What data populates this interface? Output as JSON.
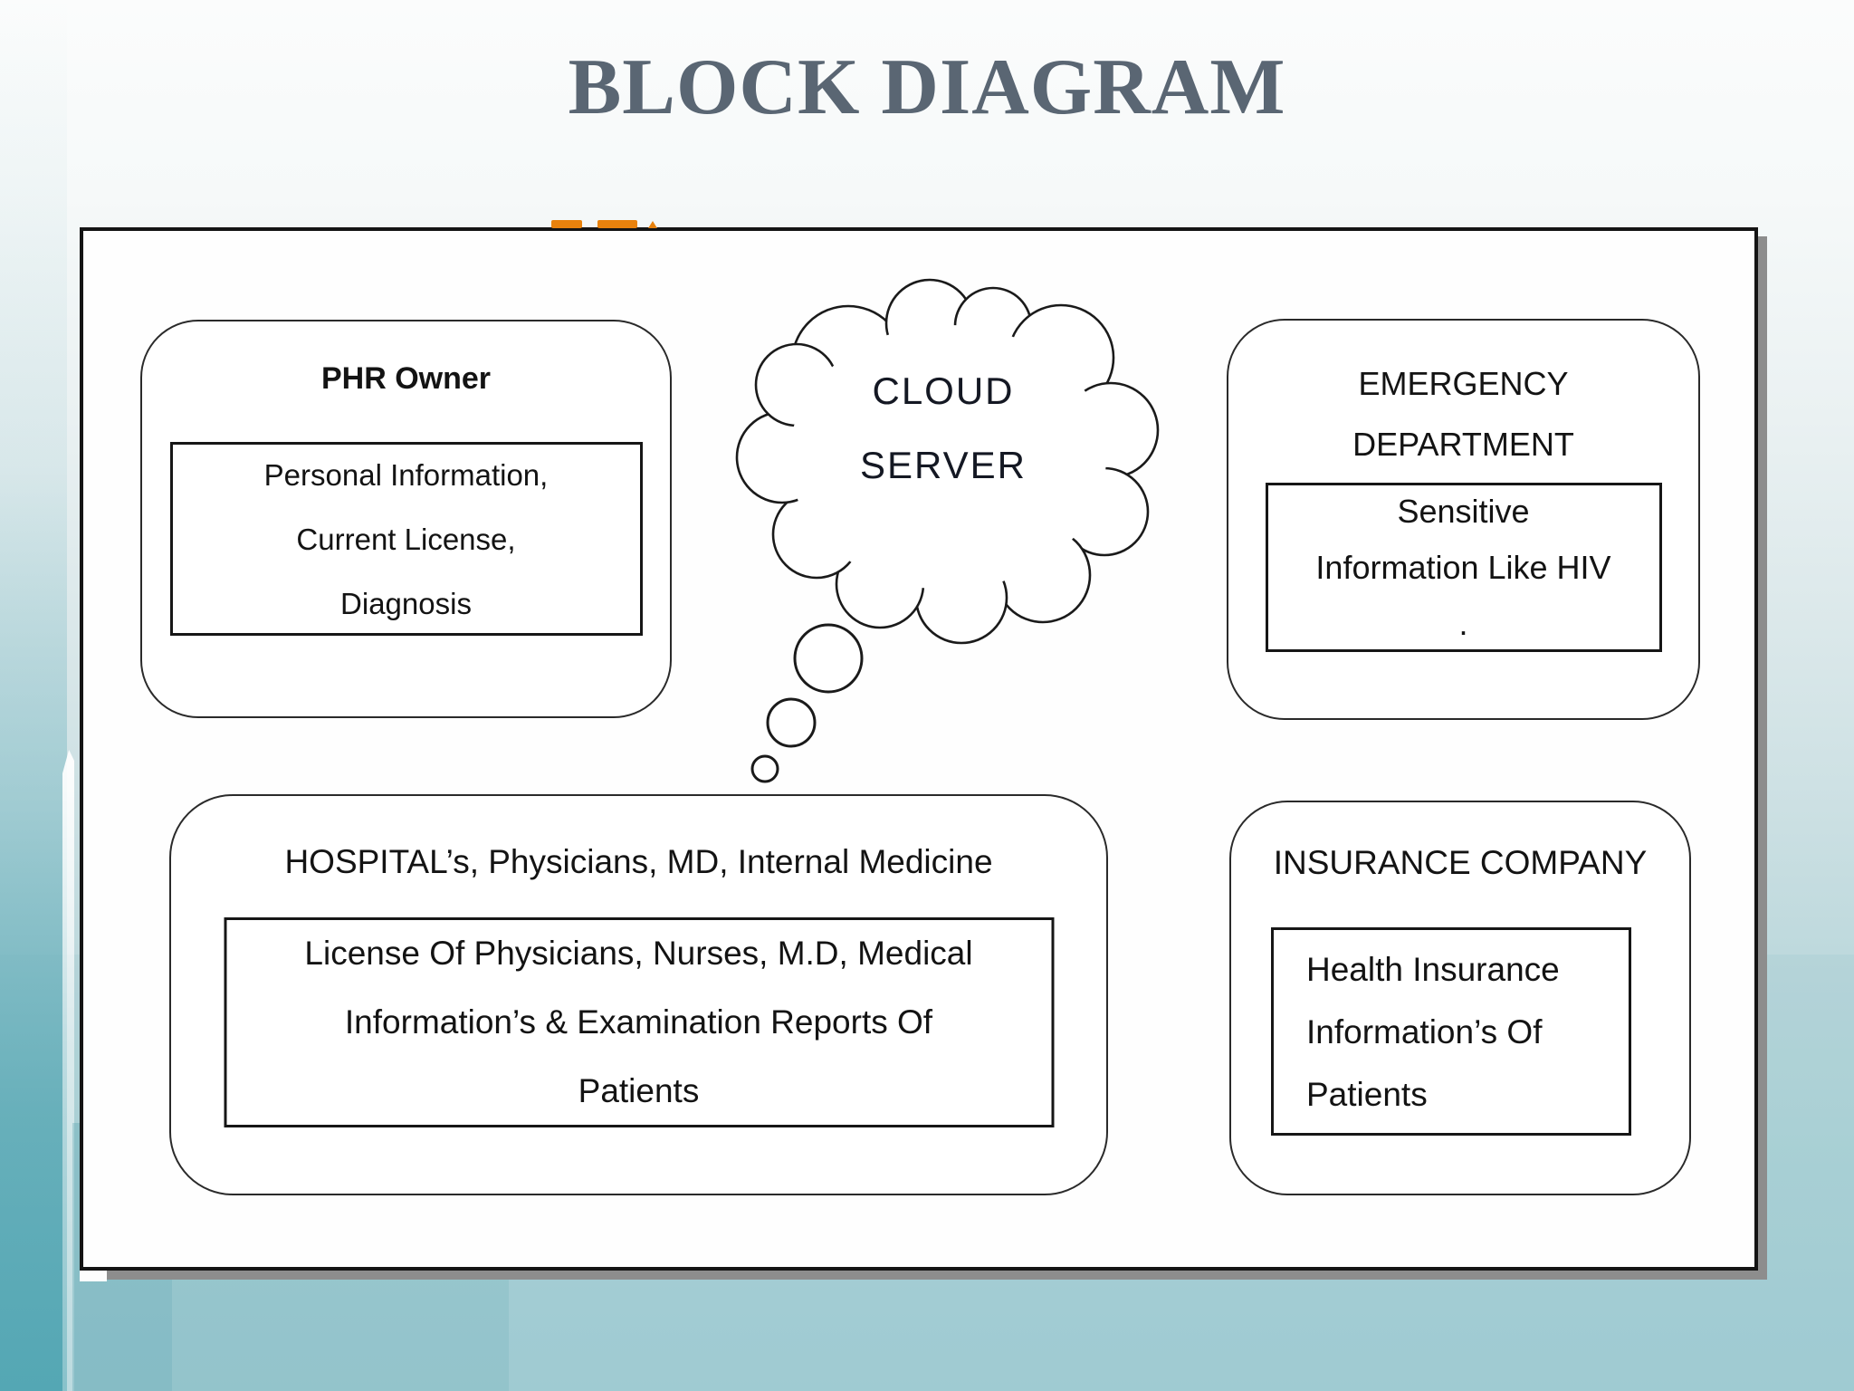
{
  "slide": {
    "title": "BLOCK DIAGRAM"
  },
  "cloud": {
    "label_line1": "CLOUD",
    "label_line2": "SERVER"
  },
  "nodes": {
    "phr": {
      "title": "PHR Owner",
      "lines": [
        "Personal Information,",
        "Current License,",
        "Diagnosis"
      ]
    },
    "emergency": {
      "title_lines": [
        "EMERGENCY",
        "DEPARTMENT"
      ],
      "lines": [
        "Sensitive",
        "Information Like HIV",
        "."
      ]
    },
    "hospital": {
      "title": "HOSPITAL’s, Physicians, MD, Internal Medicine",
      "lines": [
        "License Of Physicians, Nurses, M.D, Medical",
        "Information’s & Examination Reports Of",
        "Patients"
      ]
    },
    "insurance": {
      "title": "INSURANCE COMPANY",
      "lines": [
        "Health Insurance",
        "Information’s Of",
        "Patients"
      ]
    }
  },
  "colors": {
    "title_text": "#5a6673",
    "background_teal": "#a4ced5",
    "panel_shadow": "#8d8d8d",
    "artifact_orange": "#e8820d",
    "diagram_ink": "#141414"
  }
}
